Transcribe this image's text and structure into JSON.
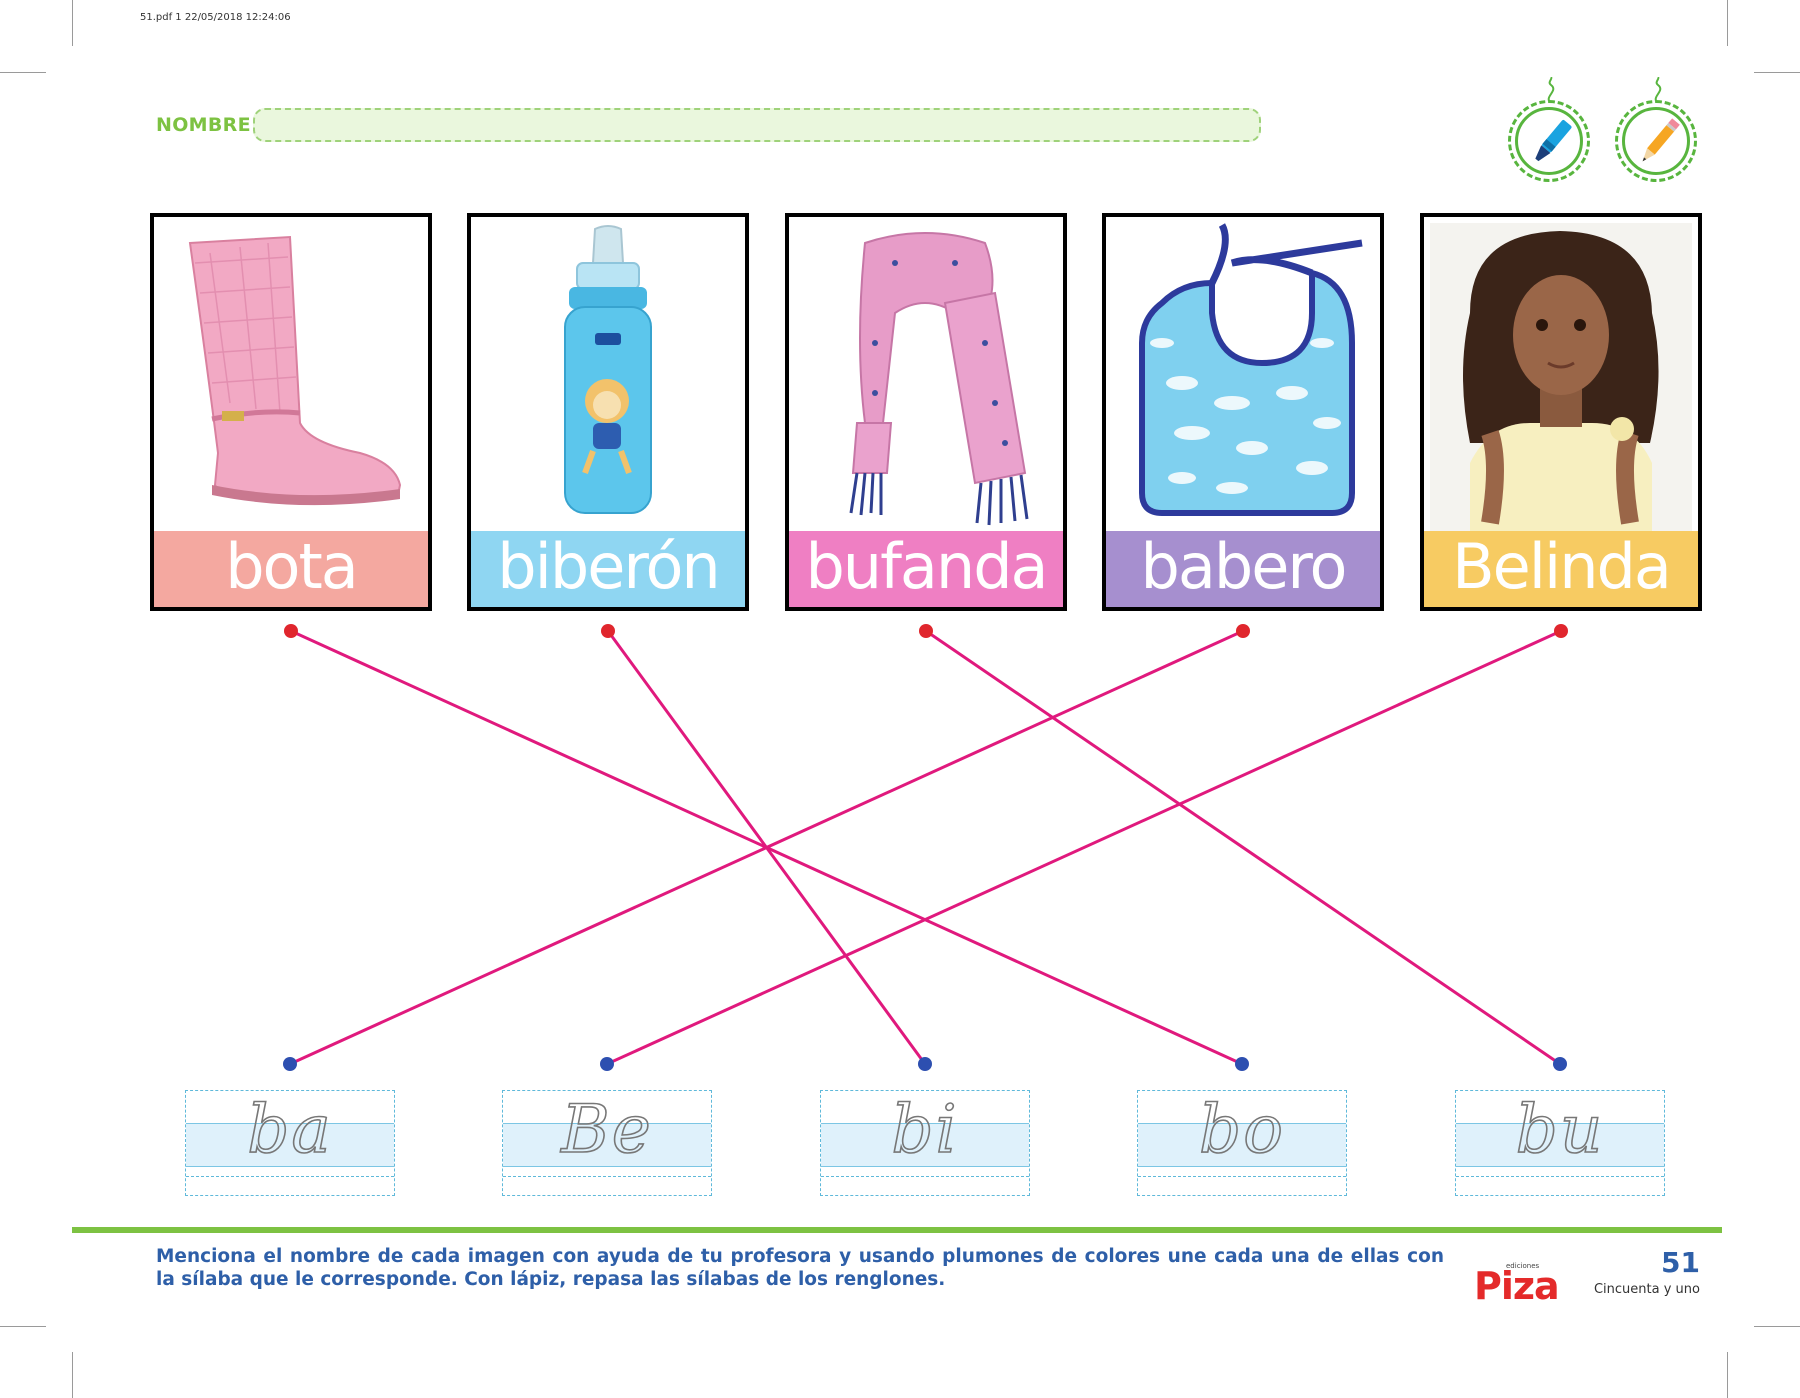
{
  "header": {
    "print_meta": "51.pdf   1   22/05/2018   12:24:06"
  },
  "name_field": {
    "label": "NOMBRE:"
  },
  "tools": [
    {
      "icon": "marker-icon",
      "color": "#1aa3e0"
    },
    {
      "icon": "pencil-icon",
      "color": "#f6a623"
    }
  ],
  "cards": [
    {
      "word": "bota",
      "image": "pink-boot",
      "color": "#f4a8a0"
    },
    {
      "word": "biberón",
      "image": "baby-bottle",
      "color": "#8fd6f2"
    },
    {
      "word": "bufanda",
      "image": "pink-scarf",
      "color": "#ef7fc3"
    },
    {
      "word": "babero",
      "image": "baby-bib",
      "color": "#a68fcf"
    },
    {
      "word": "Belinda",
      "image": "girl-portrait",
      "color": "#f7cb62"
    }
  ],
  "syllables": [
    "ba",
    "Be",
    "bi",
    "bo",
    "bu"
  ],
  "matches": [
    {
      "word": "bota",
      "syllable": "bo"
    },
    {
      "word": "biberón",
      "syllable": "bi"
    },
    {
      "word": "bufanda",
      "syllable": "bu"
    },
    {
      "word": "babero",
      "syllable": "ba"
    },
    {
      "word": "Belinda",
      "syllable": "Be"
    }
  ],
  "line_color": "#e0197d",
  "instructions": "Menciona el nombre de cada imagen con ayuda de tu profesora y usando plumones de colores une cada una de ellas con la sílaba que le corresponde. Con lápiz, repasa las sílabas de los renglones.",
  "footer": {
    "publisher_small": "ediciones",
    "publisher": "Piza",
    "page_number": "51",
    "page_words": "Cincuenta y uno"
  }
}
